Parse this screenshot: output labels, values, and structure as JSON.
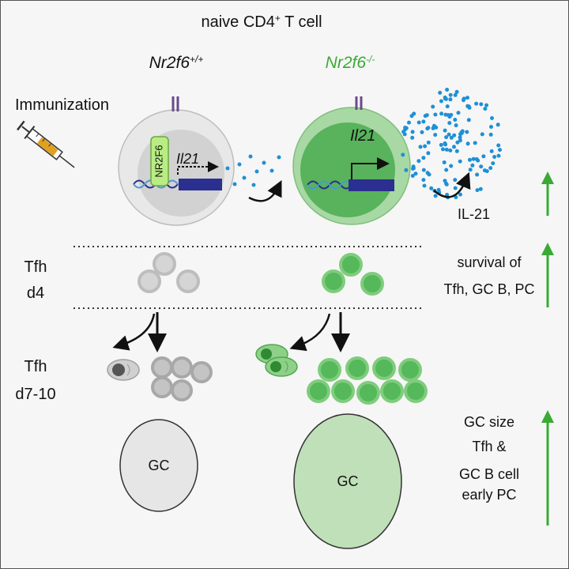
{
  "title": "naive CD4",
  "title_sup": "+",
  "title_tail": " T cell",
  "genotype_wt": {
    "base": "Nr2f6",
    "sup": "+/+"
  },
  "genotype_ko": {
    "base": "Nr2f6",
    "sup": "-/-"
  },
  "immunization_label": "Immunization",
  "nr2f6_label": "NR2F6",
  "gene_label": "Il21",
  "cytokine_label": "IL-21",
  "stage_tfh_d4": [
    "Tfh",
    "d4"
  ],
  "stage_tfh_d710": [
    "Tfh",
    "d7-10"
  ],
  "effect_survival": [
    "survival of",
    "Tfh, GC B, PC"
  ],
  "effect_gc": [
    "GC size",
    "Tfh &",
    "GC B cell",
    "early PC"
  ],
  "gc_label": "GC",
  "colors": {
    "gray_cell": "#cfcfcf",
    "green_cell": "#55b85a",
    "arrow_green": "#3aaa35",
    "dots": "#1e90d6",
    "dna_bar": "#2b2f8f",
    "gc_green": "#bfe0b8"
  }
}
